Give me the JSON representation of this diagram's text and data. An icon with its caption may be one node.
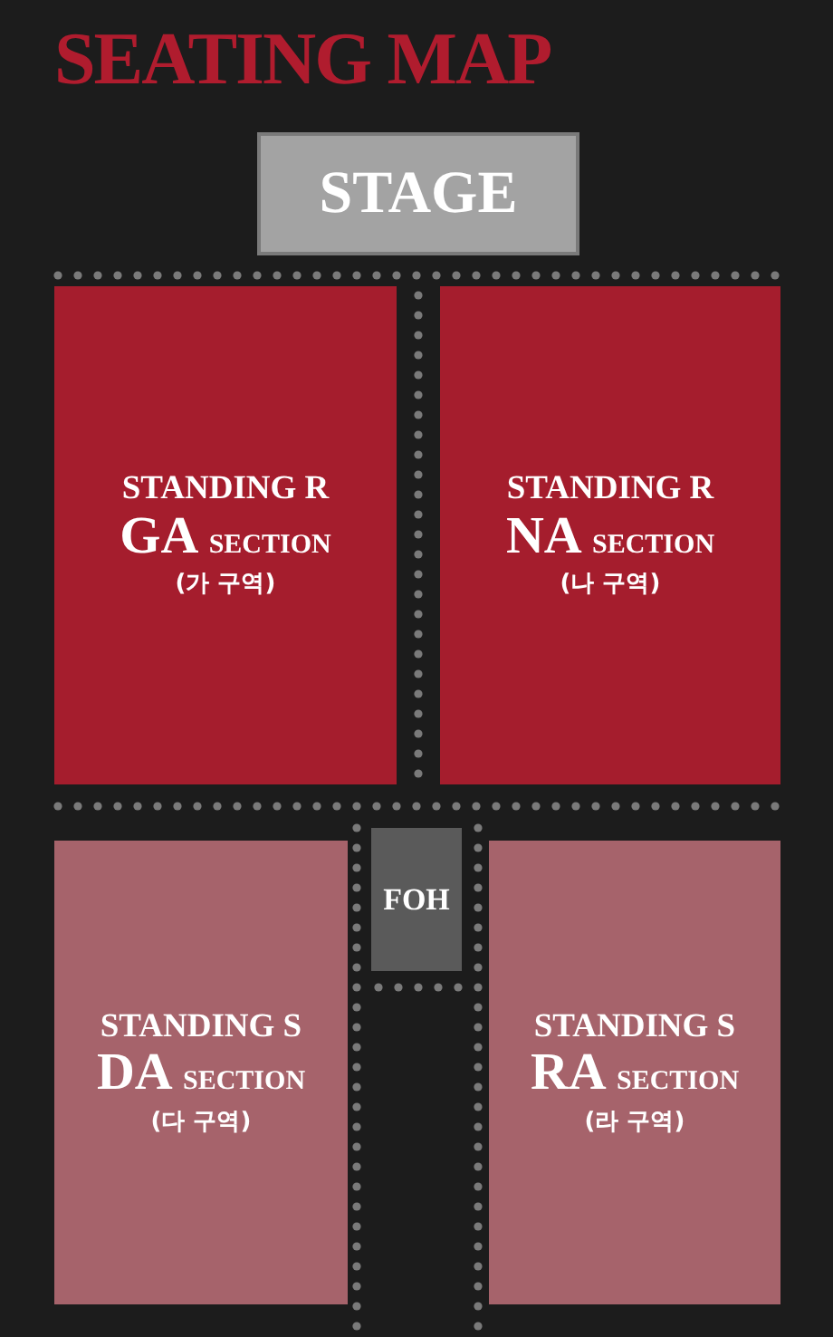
{
  "diagram": {
    "title": "SEATING MAP",
    "nodes": [
      {
        "text": [
          "STAGE"
        ]
      },
      {
        "text": [
          "STANDING R",
          "GA section",
          "(가 구역)"
        ]
      },
      {
        "text": [
          "STANDING R",
          "NA section",
          "(나 구역)"
        ]
      },
      {
        "text": [
          "FOH"
        ]
      },
      {
        "text": [
          "STANDING S",
          "DA section",
          "(다 구역)"
        ]
      },
      {
        "text": [
          "STANDING S",
          "RA section",
          "(라 구역)"
        ]
      }
    ]
  }
}
